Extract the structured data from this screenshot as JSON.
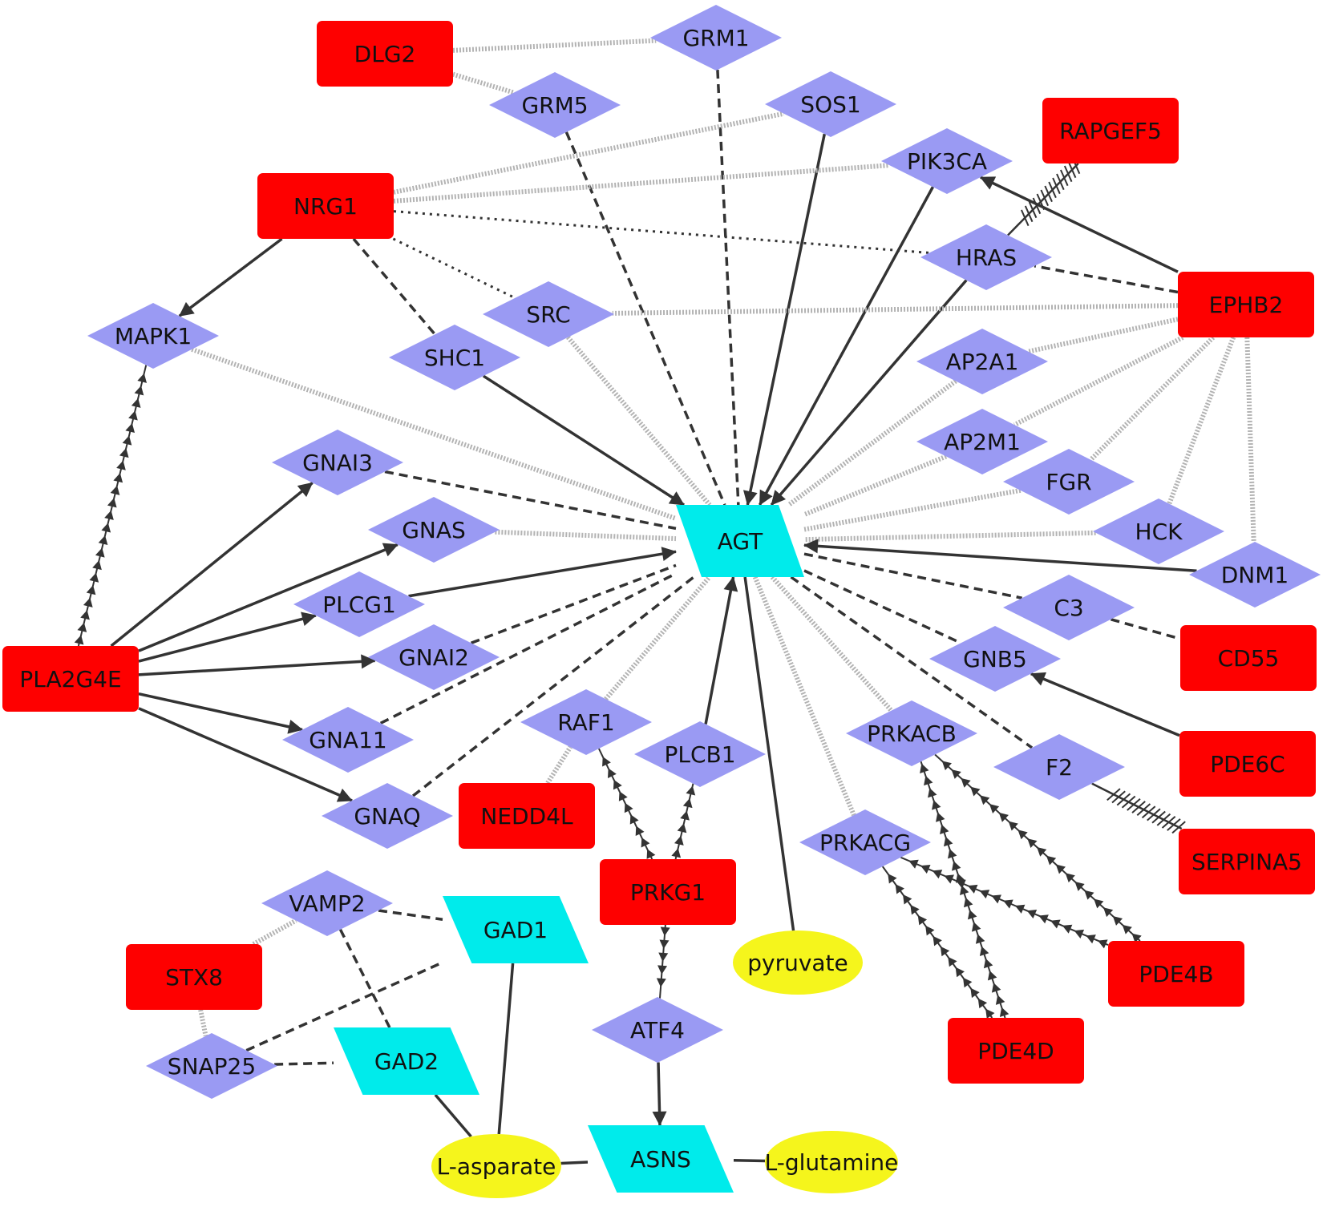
{
  "colors": {
    "gene_red": "#fe0000",
    "protein_purple": "#9a9af3",
    "enzyme_cyan": "#00ebeb",
    "metabolite_yellow": "#f5f51c",
    "edge_dark": "#333333",
    "edge_gray": "#b3b3b3"
  },
  "node_kinds": {
    "gene": "red rounded rectangle",
    "protein": "purple diamond",
    "enzyme": "cyan parallelogram",
    "metabolite": "yellow ellipse"
  },
  "edge_styles": {
    "activation": "solid line with arrowhead",
    "dashed": "dashed line",
    "dotted": "dotted line",
    "gray": "gray hatched line",
    "inhibition": "line with tick marks",
    "binding": "chain of small arrowheads",
    "plain": "solid line"
  },
  "nodes": [
    {
      "id": "DLG2",
      "kind": "gene"
    },
    {
      "id": "GRM1",
      "kind": "protein"
    },
    {
      "id": "GRM5",
      "kind": "protein"
    },
    {
      "id": "SOS1",
      "kind": "protein"
    },
    {
      "id": "RAPGEF5",
      "kind": "gene"
    },
    {
      "id": "PIK3CA",
      "kind": "protein"
    },
    {
      "id": "NRG1",
      "kind": "gene"
    },
    {
      "id": "HRAS",
      "kind": "protein"
    },
    {
      "id": "EPHB2",
      "kind": "gene"
    },
    {
      "id": "MAPK1",
      "kind": "protein"
    },
    {
      "id": "SRC",
      "kind": "protein"
    },
    {
      "id": "SHC1",
      "kind": "protein"
    },
    {
      "id": "AP2A1",
      "kind": "protein"
    },
    {
      "id": "AP2M1",
      "kind": "protein"
    },
    {
      "id": "GNAI3",
      "kind": "protein"
    },
    {
      "id": "FGR",
      "kind": "protein"
    },
    {
      "id": "GNAS",
      "kind": "protein"
    },
    {
      "id": "AGT",
      "kind": "enzyme"
    },
    {
      "id": "HCK",
      "kind": "protein"
    },
    {
      "id": "DNM1",
      "kind": "protein"
    },
    {
      "id": "PLCG1",
      "kind": "protein"
    },
    {
      "id": "C3",
      "kind": "protein"
    },
    {
      "id": "CD55",
      "kind": "gene"
    },
    {
      "id": "PLA2G4E",
      "kind": "gene"
    },
    {
      "id": "GNAI2",
      "kind": "protein"
    },
    {
      "id": "GNB5",
      "kind": "protein"
    },
    {
      "id": "RAF1",
      "kind": "protein"
    },
    {
      "id": "PRKACB",
      "kind": "protein"
    },
    {
      "id": "GNA11",
      "kind": "protein"
    },
    {
      "id": "PLCB1",
      "kind": "protein"
    },
    {
      "id": "PDE6C",
      "kind": "gene"
    },
    {
      "id": "F2",
      "kind": "protein"
    },
    {
      "id": "GNAQ",
      "kind": "protein"
    },
    {
      "id": "NEDD4L",
      "kind": "gene"
    },
    {
      "id": "PRKACG",
      "kind": "protein"
    },
    {
      "id": "SERPINA5",
      "kind": "gene"
    },
    {
      "id": "PRKG1",
      "kind": "gene"
    },
    {
      "id": "VAMP2",
      "kind": "protein"
    },
    {
      "id": "GAD1",
      "kind": "enzyme"
    },
    {
      "id": "PDE4B",
      "kind": "gene"
    },
    {
      "id": "pyruvate",
      "kind": "metabolite"
    },
    {
      "id": "STX8",
      "kind": "gene"
    },
    {
      "id": "ATF4",
      "kind": "protein"
    },
    {
      "id": "PDE4D",
      "kind": "gene"
    },
    {
      "id": "SNAP25",
      "kind": "protein"
    },
    {
      "id": "GAD2",
      "kind": "enzyme"
    },
    {
      "id": "L-asparate",
      "kind": "metabolite"
    },
    {
      "id": "ASNS",
      "kind": "enzyme"
    },
    {
      "id": "L-glutamine",
      "kind": "metabolite"
    }
  ],
  "edges": [
    {
      "from": "DLG2",
      "to": "GRM1",
      "style": "gray"
    },
    {
      "from": "DLG2",
      "to": "GRM5",
      "style": "gray"
    },
    {
      "from": "GRM1",
      "to": "AGT",
      "style": "dashed"
    },
    {
      "from": "GRM5",
      "to": "AGT",
      "style": "dashed"
    },
    {
      "from": "SOS1",
      "to": "AGT",
      "style": "activation"
    },
    {
      "from": "PIK3CA",
      "to": "AGT",
      "style": "activation"
    },
    {
      "from": "HRAS",
      "to": "AGT",
      "style": "activation"
    },
    {
      "from": "SHC1",
      "to": "AGT",
      "style": "activation"
    },
    {
      "from": "NRG1",
      "to": "SOS1",
      "style": "gray"
    },
    {
      "from": "NRG1",
      "to": "PIK3CA",
      "style": "gray"
    },
    {
      "from": "NRG1",
      "to": "HRAS",
      "style": "dotted"
    },
    {
      "from": "NRG1",
      "to": "SRC",
      "style": "dotted"
    },
    {
      "from": "NRG1",
      "to": "SHC1",
      "style": "dashed"
    },
    {
      "from": "NRG1",
      "to": "MAPK1",
      "style": "activation"
    },
    {
      "from": "EPHB2",
      "to": "PIK3CA",
      "style": "activation"
    },
    {
      "from": "EPHB2",
      "to": "HRAS",
      "style": "dashed"
    },
    {
      "from": "EPHB2",
      "to": "SRC",
      "style": "gray"
    },
    {
      "from": "EPHB2",
      "to": "AP2A1",
      "style": "gray"
    },
    {
      "from": "EPHB2",
      "to": "AP2M1",
      "style": "gray"
    },
    {
      "from": "EPHB2",
      "to": "FGR",
      "style": "gray"
    },
    {
      "from": "EPHB2",
      "to": "HCK",
      "style": "gray"
    },
    {
      "from": "EPHB2",
      "to": "DNM1",
      "style": "gray"
    },
    {
      "from": "RAPGEF5",
      "to": "HRAS",
      "style": "inhibition"
    },
    {
      "from": "SERPINA5",
      "to": "F2",
      "style": "inhibition"
    },
    {
      "from": "MAPK1",
      "to": "AGT",
      "style": "gray"
    },
    {
      "from": "SRC",
      "to": "AGT",
      "style": "gray"
    },
    {
      "from": "AP2A1",
      "to": "AGT",
      "style": "gray"
    },
    {
      "from": "AP2M1",
      "to": "AGT",
      "style": "gray"
    },
    {
      "from": "FGR",
      "to": "AGT",
      "style": "gray"
    },
    {
      "from": "HCK",
      "to": "AGT",
      "style": "gray"
    },
    {
      "from": "DNM1",
      "to": "AGT",
      "style": "activation"
    },
    {
      "from": "GNAS",
      "to": "AGT",
      "style": "gray"
    },
    {
      "from": "GNAI3",
      "to": "AGT",
      "style": "dashed"
    },
    {
      "from": "PLCG1",
      "to": "AGT",
      "style": "activation"
    },
    {
      "from": "GNAI2",
      "to": "AGT",
      "style": "dashed"
    },
    {
      "from": "GNA11",
      "to": "AGT",
      "style": "dashed"
    },
    {
      "from": "GNAQ",
      "to": "AGT",
      "style": "dashed"
    },
    {
      "from": "RAF1",
      "to": "AGT",
      "style": "gray"
    },
    {
      "from": "PLCB1",
      "to": "AGT",
      "style": "activation"
    },
    {
      "from": "AGT",
      "to": "C3",
      "style": "dashed"
    },
    {
      "from": "AGT",
      "to": "GNB5",
      "style": "dashed"
    },
    {
      "from": "AGT",
      "to": "F2",
      "style": "dashed"
    },
    {
      "from": "AGT",
      "to": "PRKACB",
      "style": "gray"
    },
    {
      "from": "AGT",
      "to": "PRKACG",
      "style": "gray"
    },
    {
      "from": "AGT",
      "to": "pyruvate",
      "style": "plain"
    },
    {
      "from": "C3",
      "to": "CD55",
      "style": "dashed"
    },
    {
      "from": "PDE6C",
      "to": "GNB5",
      "style": "activation"
    },
    {
      "from": "PLA2G4E",
      "to": "GNAI3",
      "style": "activation"
    },
    {
      "from": "PLA2G4E",
      "to": "GNAS",
      "style": "activation"
    },
    {
      "from": "PLA2G4E",
      "to": "PLCG1",
      "style": "activation"
    },
    {
      "from": "PLA2G4E",
      "to": "GNAI2",
      "style": "activation"
    },
    {
      "from": "PLA2G4E",
      "to": "GNA11",
      "style": "activation"
    },
    {
      "from": "PLA2G4E",
      "to": "GNAQ",
      "style": "activation"
    },
    {
      "from": "PLA2G4E",
      "to": "MAPK1",
      "style": "binding"
    },
    {
      "from": "NEDD4L",
      "to": "RAF1",
      "style": "gray"
    },
    {
      "from": "PRKG1",
      "to": "RAF1",
      "style": "binding"
    },
    {
      "from": "PRKG1",
      "to": "PLCB1",
      "style": "binding"
    },
    {
      "from": "PRKG1",
      "to": "ATF4",
      "style": "binding"
    },
    {
      "from": "PDE4B",
      "to": "PRKACB",
      "style": "binding"
    },
    {
      "from": "PDE4B",
      "to": "PRKACG",
      "style": "binding"
    },
    {
      "from": "PDE4D",
      "to": "PRKACB",
      "style": "binding"
    },
    {
      "from": "PDE4D",
      "to": "PRKACG",
      "style": "binding"
    },
    {
      "from": "ATF4",
      "to": "ASNS",
      "style": "activation"
    },
    {
      "from": "VAMP2",
      "to": "GAD1",
      "style": "dashed"
    },
    {
      "from": "VAMP2",
      "to": "GAD2",
      "style": "dashed"
    },
    {
      "from": "STX8",
      "to": "VAMP2",
      "style": "gray"
    },
    {
      "from": "STX8",
      "to": "SNAP25",
      "style": "gray"
    },
    {
      "from": "SNAP25",
      "to": "GAD1",
      "style": "dashed"
    },
    {
      "from": "SNAP25",
      "to": "GAD2",
      "style": "dashed"
    },
    {
      "from": "GAD1",
      "to": "L-asparate",
      "style": "plain"
    },
    {
      "from": "GAD2",
      "to": "L-asparate",
      "style": "plain"
    },
    {
      "from": "L-asparate",
      "to": "ASNS",
      "style": "plain"
    },
    {
      "from": "ASNS",
      "to": "L-glutamine",
      "style": "plain"
    }
  ]
}
